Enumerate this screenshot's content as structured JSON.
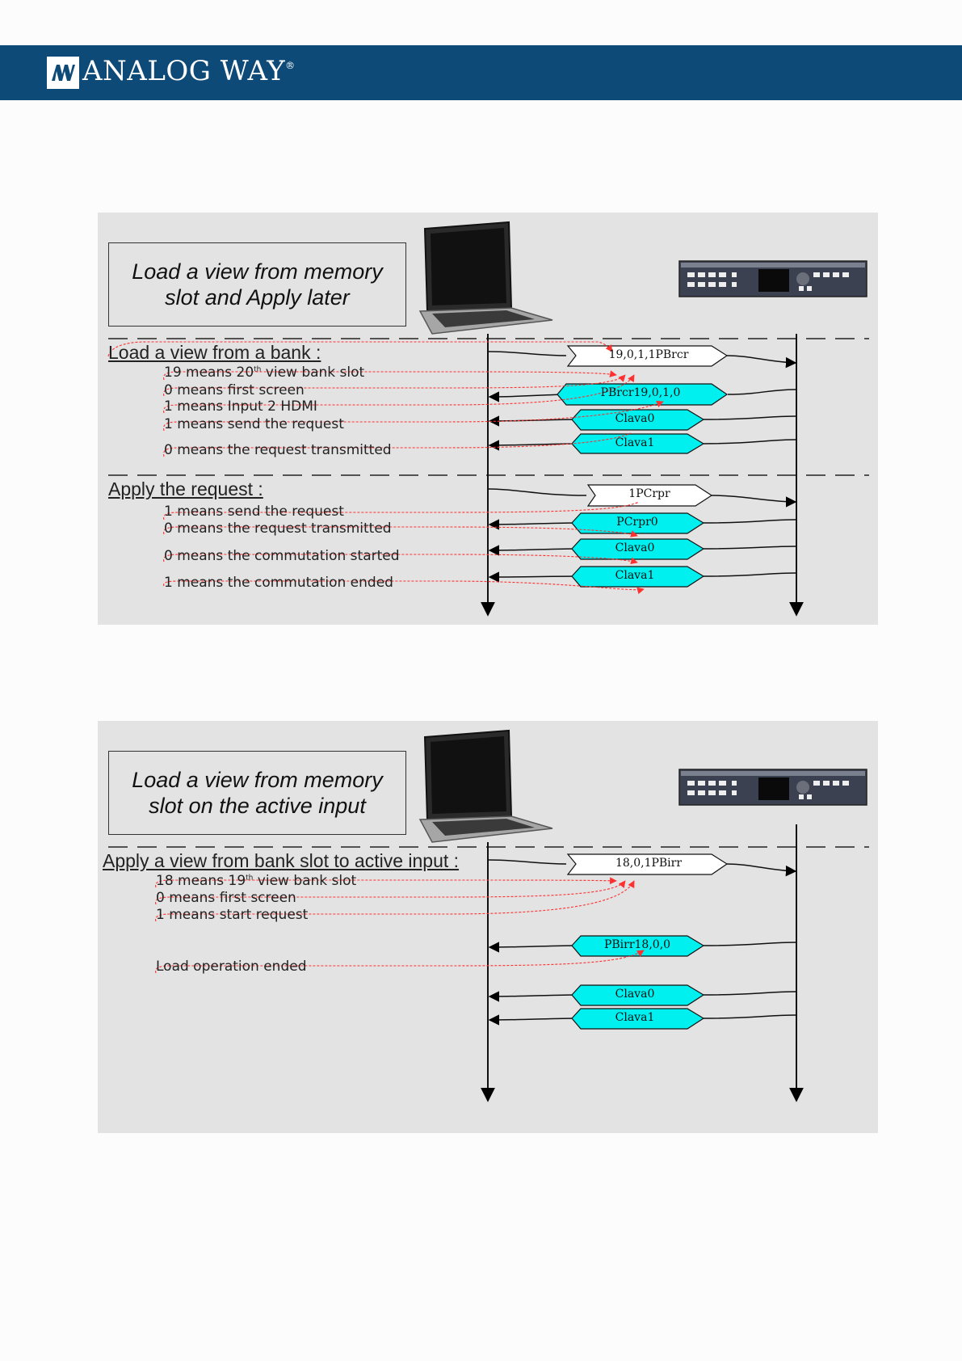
{
  "header": {
    "brand": "ANALOG WAY",
    "registered": "®"
  },
  "panel1": {
    "title_line1": "Load a view from memory",
    "title_line2": "slot and Apply later",
    "section1": {
      "heading": "Load a view from a bank :",
      "notes": [
        "19 means 20",
        "th",
        " view bank slot",
        "0 means first screen",
        "1 means Input 2 HDMI",
        "1 means send the request",
        "0 means the request transmitted"
      ],
      "messages": [
        "19,0,1,1PBrcr",
        "PBrcr19,0,1,0",
        "Clava0",
        "Clava1"
      ]
    },
    "section2": {
      "heading": "Apply the request :",
      "notes": [
        "1 means send the request",
        "0 means the request transmitted",
        "0 means the commutation started",
        "1 means the commutation ended"
      ],
      "messages": [
        "1PCrpr",
        "PCrpr0",
        "Clava0",
        "Clava1"
      ]
    }
  },
  "panel2": {
    "title_line1": "Load a view from memory",
    "title_line2": "slot on the active input",
    "section1": {
      "heading": "Apply a view from bank slot to active input :",
      "notes": [
        "18 means 19",
        "th",
        " view bank slot",
        "0 means first screen",
        "1 means start request",
        "Load operation ended"
      ],
      "messages": [
        "18,0,1PBirr",
        "PBirr18,0,0",
        "Clava0",
        "Clava1"
      ]
    }
  },
  "colors": {
    "header": "#0e4a78",
    "panel": "#e3e3e3",
    "cyan": "#00f0f0",
    "red": "#ff3030"
  }
}
